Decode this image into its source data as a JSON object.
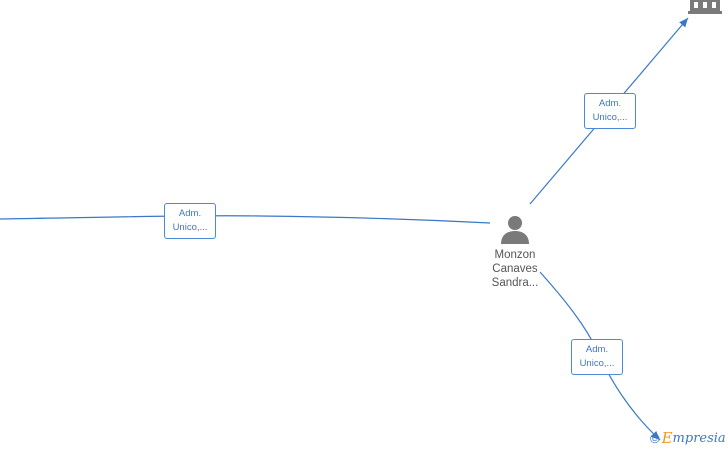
{
  "person": {
    "name_line1": "Monzon",
    "name_line2": "Canaves",
    "name_line3": "Sandra..."
  },
  "edges": [
    {
      "label_line1": "Adm.",
      "label_line2": "Unico,..."
    },
    {
      "label_line1": "Adm.",
      "label_line2": "Unico,..."
    },
    {
      "label_line1": "Adm.",
      "label_line2": "Unico,..."
    }
  ],
  "brand": {
    "copyright": "©",
    "e_glyph": "E",
    "name": "mpresia"
  },
  "colors": {
    "edge": "#3a78c8",
    "node_icon": "#7a7a7a",
    "brand_orange": "#f0952a"
  },
  "icons": {
    "person": "person-icon",
    "company": "building-icon"
  }
}
